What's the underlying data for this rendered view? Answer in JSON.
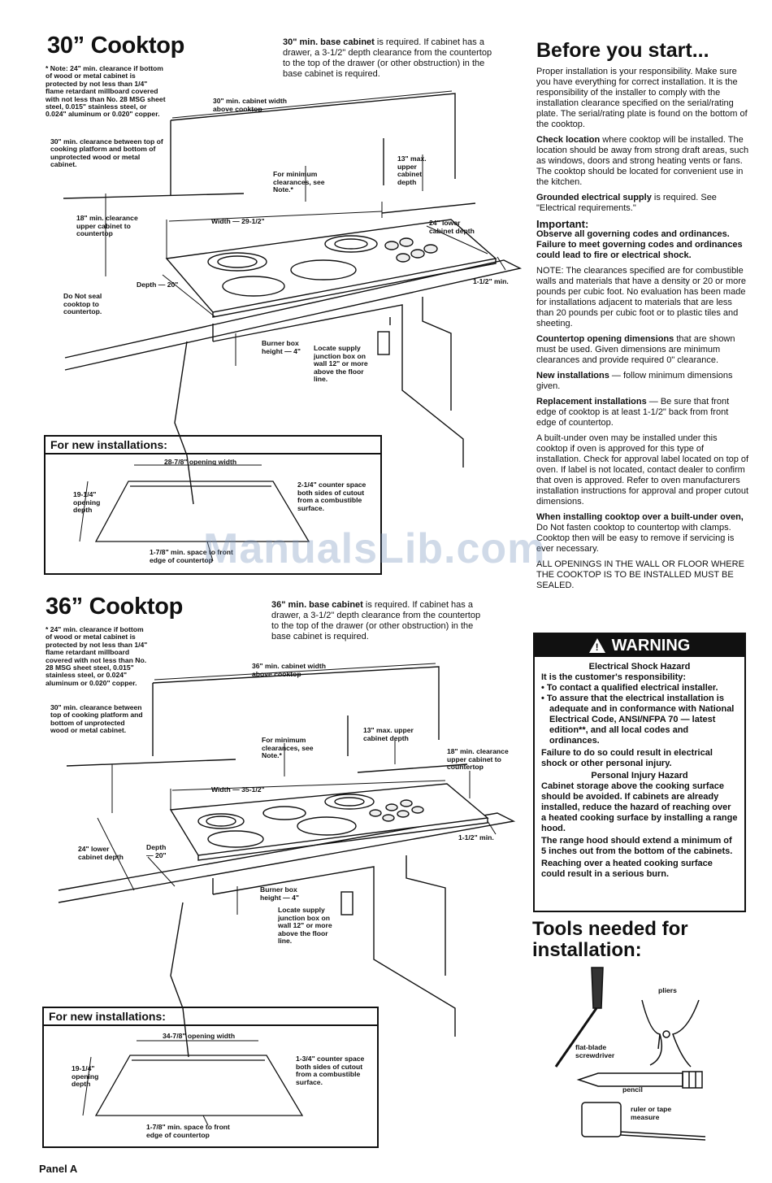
{
  "section30": {
    "title": "30” Cooktop",
    "intro_bold": "30\" min. base cabinet",
    "intro_rest": " is required. If cabinet has a drawer, a 3-1/2\" depth clearance from the countertop to the top of the drawer (or other obstruction) in the base cabinet is required.",
    "note1": "* Note: 24\" min. clearance if bottom of wood or metal cabinet is protected by not less than 1/4\" flame retardant millboard covered with not less than No. 28 MSG sheet steel, 0.015\" stainless steel, or 0.024\" aluminum or 0.020\" copper.",
    "note2": "30\" min. clearance between top of cooking platform and bottom of unprotected wood or metal cabinet.",
    "lbl_cab_width": "30\" min. cabinet width above cooktop",
    "lbl_min_clear": "For minimum clearances, see Note.*",
    "lbl_upper_depth": "13\" max. upper cabinet depth",
    "lbl_18": "18\" min. clearance upper cabinet to countertop",
    "lbl_width": "Width — 29-1/2\"",
    "lbl_lower_depth": "24\" lower cabinet depth",
    "lbl_depth": "Depth — 20\"",
    "lbl_112": "1-1/2\" min.",
    "lbl_noseal": "Do Not seal cooktop to countertop.",
    "lbl_burner": "Burner box height — 4\"",
    "lbl_junction": "Locate supply junction box on wall 12\" or more above the floor line.",
    "new": {
      "title": "For new installations:",
      "opening_width": "28-7/8\" opening width",
      "opening_depth": "19-1/4\" opening depth",
      "counter_space": "2-1/4\" counter space both sides of cutout from a combustible surface.",
      "front_space": "1-7/8\" min. space to front edge of countertop"
    }
  },
  "section36": {
    "title": "36” Cooktop",
    "intro_bold": "36\" min. base cabinet",
    "intro_rest": " is required. If cabinet has a drawer, a 3-1/2\" depth clearance from the countertop to the top of the drawer (or other obstruction) in the base cabinet is required.",
    "note1": "* 24\" min. clearance if bottom of wood or metal cabinet is protected by not less than 1/4\" flame retardant millboard covered with not less than No. 28 MSG sheet steel, 0.015\" stainless steel, or 0.024\" aluminum or 0.020\" copper.",
    "note2": "30\" min. clearance between top of cooking platform and bottom of unprotected wood or metal cabinet.",
    "lbl_cab_width": "36\" min. cabinet width above cooktop",
    "lbl_min_clear": "For minimum clearances, see Note.*",
    "lbl_upper_depth": "13\" max. upper cabinet depth",
    "lbl_18": "18\" min. clearance upper cabinet to countertop",
    "lbl_width": "Width — 35-1/2\"",
    "lbl_lower_depth": "24\" lower cabinet depth",
    "lbl_depth": "Depth — 20\"",
    "lbl_112": "1-1/2\" min.",
    "lbl_burner": "Burner box height — 4\"",
    "lbl_junction": "Locate supply junction box on wall 12\" or more above the floor line.",
    "new": {
      "title": "For new installations:",
      "opening_width": "34-7/8\" opening width",
      "opening_depth": "19-1/4\" opening depth",
      "counter_space": "1-3/4\" counter space both sides of cutout from a combustible surface.",
      "front_space": "1-7/8\" min. space to front edge of countertop"
    }
  },
  "right": {
    "title": "Before you start...",
    "p1": "Proper installation is your responsibility. Make sure you have everything for correct installation. It is the responsibility of the installer to comply with the installation clearance specified on the serial/rating plate. The serial/rating plate is found on the bottom of the cooktop.",
    "p2_bold": "Check location",
    "p2_rest": " where cooktop will be installed. The location should be away from strong draft areas, such as windows, doors and strong heating vents or fans. The cooktop should be located for convenient use in the kitchen.",
    "p3_bold": "Grounded electrical supply",
    "p3_rest": " is required. See \"Electrical requirements.\"",
    "important_head": "Important:",
    "important_text": "Observe all governing codes and ordinances. Failure to meet governing codes and ordinances could lead to fire or electrical shock.",
    "p_note": "NOTE: The clearances specified are for combustible walls and materials that have a density or 20 or more pounds per cubic foot. No evaluation has been made for installations adjacent to materials that are less than 20 pounds per cubic foot or to plastic tiles and sheeting.",
    "p4_bold": "Countertop opening dimensions",
    "p4_rest": " that are shown must be used. Given dimensions are minimum clearances and provide required 0\" clearance.",
    "p5_bold": "New installations",
    "p5_rest": " — follow minimum dimensions given.",
    "p6_bold": "Replacement installations",
    "p6_rest": " — Be sure that front edge of cooktop is at least 1-1/2\" back from front edge of countertop.",
    "p7": "A built-under oven may be installed under this cooktop if oven is approved for this type of installation. Check for approval label located on top of oven. If label is not located, contact dealer to confirm that oven is approved. Refer to oven manufacturers installation instructions for approval and proper cutout dimensions.",
    "p8_bold": "When installing cooktop over a built-under oven,",
    "p8_rest": " Do Not fasten cooktop to countertop with clamps. Cooktop then will be easy to remove if servicing is ever necessary.",
    "p9": "ALL OPENINGS IN THE WALL OR FLOOR WHERE THE COOKTOP IS TO BE INSTALLED MUST BE SEALED."
  },
  "warning": {
    "head": "WARNING",
    "sub1": "Electrical Shock Hazard",
    "resp": "It is the customer's responsibility:",
    "b1": "• To contact a qualified electrical installer.",
    "b2": "• To assure that the electrical installation is adequate and in conformance with National Electrical Code, ANSI/NFPA 70 — latest edition**, and all local codes and ordinances.",
    "fail": "Failure to do so could result in electrical shock or other personal injury.",
    "sub2": "Personal Injury Hazard",
    "c1": "Cabinet storage above the cooking surface should be avoided. If cabinets are already installed, reduce the hazard of reaching over a heated cooking surface by installing a range hood.",
    "c2": "The range hood should extend a minimum of 5 inches out from the bottom of the cabinets.",
    "c3": "Reaching over a heated cooking surface could result in a serious burn."
  },
  "tools": {
    "title": "Tools needed for installation:",
    "screwdriver": "flat-blade screwdriver",
    "pliers": "pliers",
    "pencil": "pencil",
    "ruler": "ruler or tape measure"
  },
  "footer": "Panel A",
  "watermark": "ManualsLib.com"
}
